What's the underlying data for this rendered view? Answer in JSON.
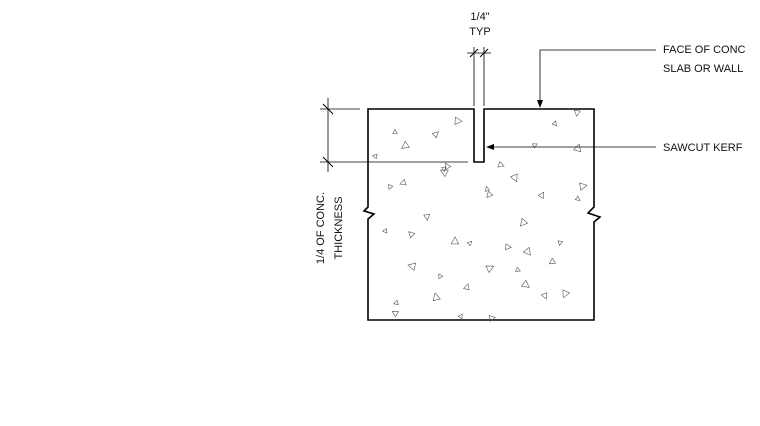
{
  "detail": {
    "labels": {
      "gap_dim_top": "1/4\"",
      "gap_dim_bottom": "TYP",
      "face_line1": "FACE OF CONC",
      "face_line2": "SLAB OR WALL",
      "sawcut": "SAWCUT KERF",
      "depth_line1": "1/4 OF CONC.",
      "depth_line2": "THICKNESS"
    },
    "colors": {
      "line": "#000000",
      "aggregate": "#555555"
    }
  }
}
